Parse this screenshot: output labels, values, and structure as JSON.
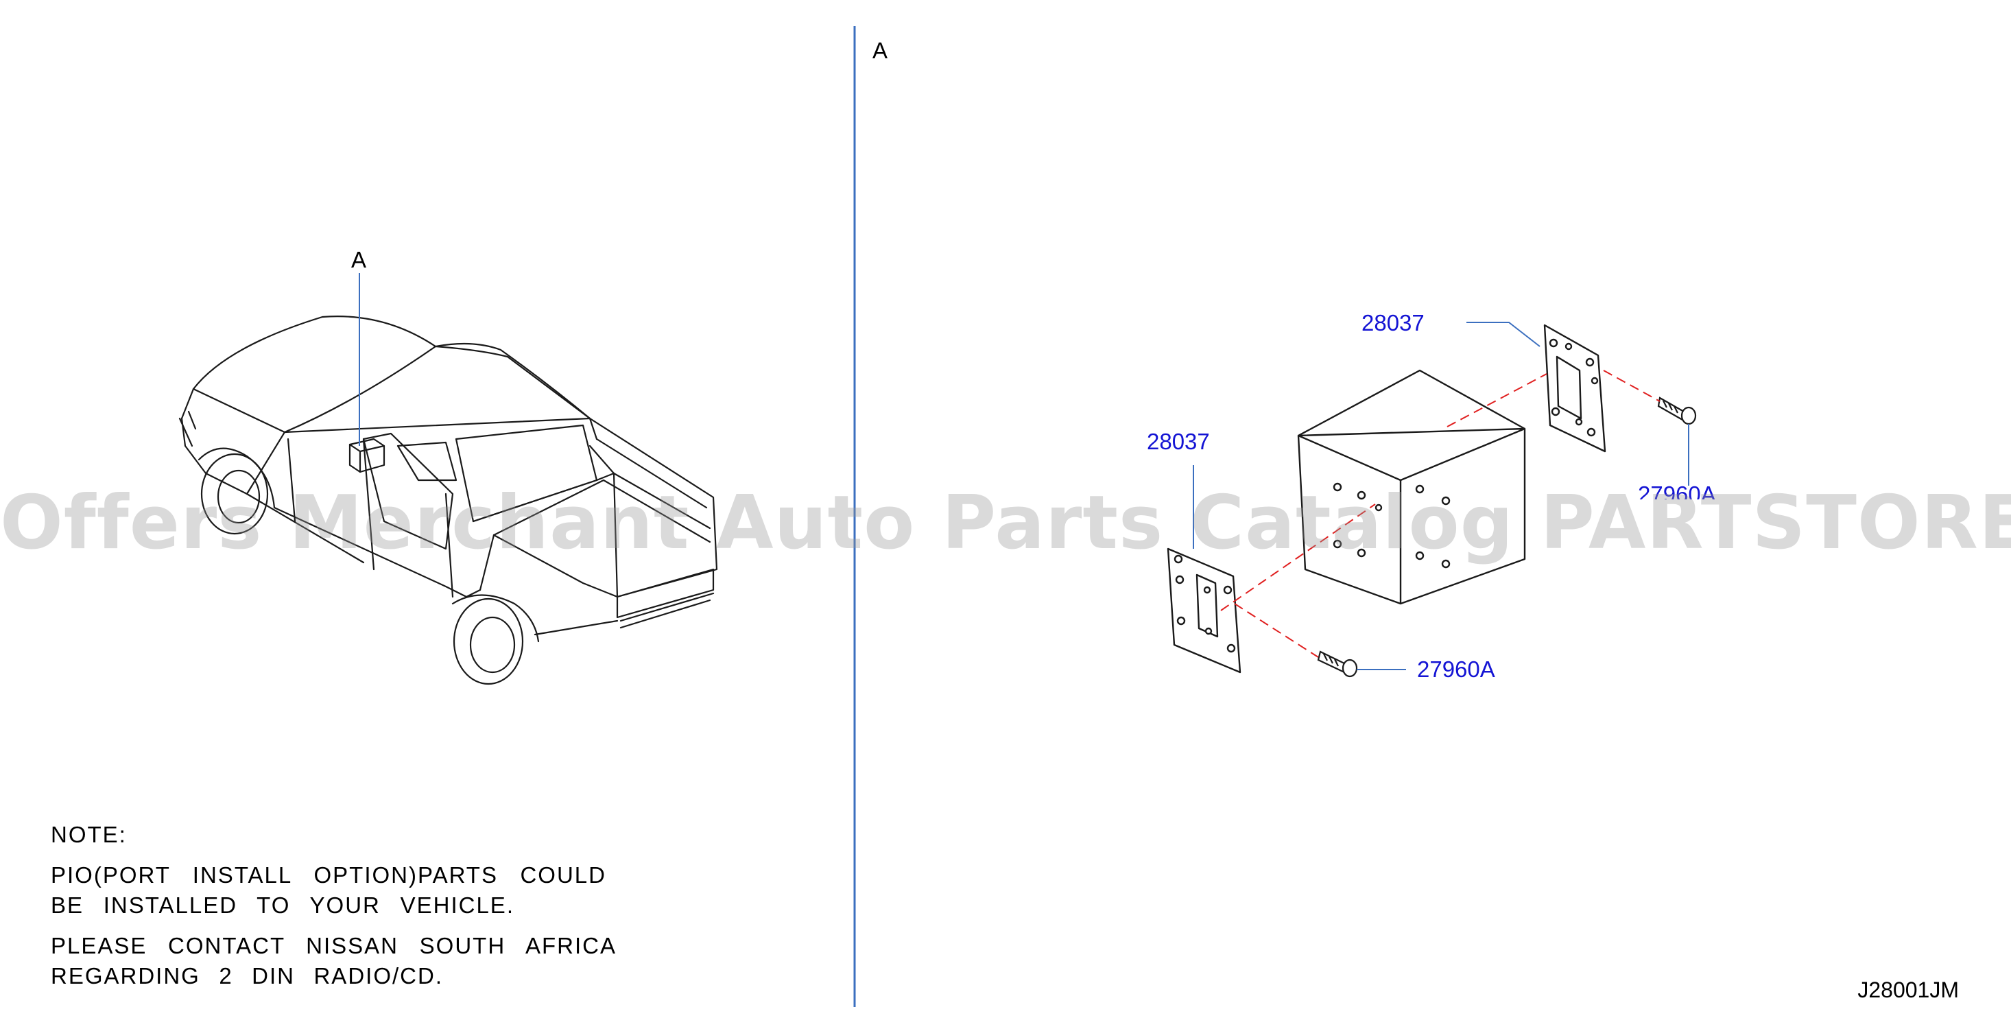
{
  "view_labels": {
    "left": "A",
    "right": "A"
  },
  "callouts": {
    "bracket_top": "28037",
    "bracket_left": "28037",
    "screw_top": "27960A",
    "screw_bottom": "27960A"
  },
  "note": {
    "heading": "NOTE:",
    "para1_line1": "PIO(PORT INSTALL OPTION)PARTS COULD",
    "para1_line2": "BE INSTALLED TO YOUR VEHICLE.",
    "para2_line1": "PLEASE CONTACT NISSAN SOUTH AFRICA",
    "para2_line2": "REGARDING 2 DIN RADIO/CD."
  },
  "diagram_code": "J28001JM",
  "watermark": "Offers Merchant Auto Parts Catalog PARTSTORE.SA",
  "colors": {
    "callout_blue": "#1414d4",
    "leader_blue": "#3b6fbf",
    "divider_blue": "#3b6fbf",
    "dash_red": "#e02020"
  }
}
